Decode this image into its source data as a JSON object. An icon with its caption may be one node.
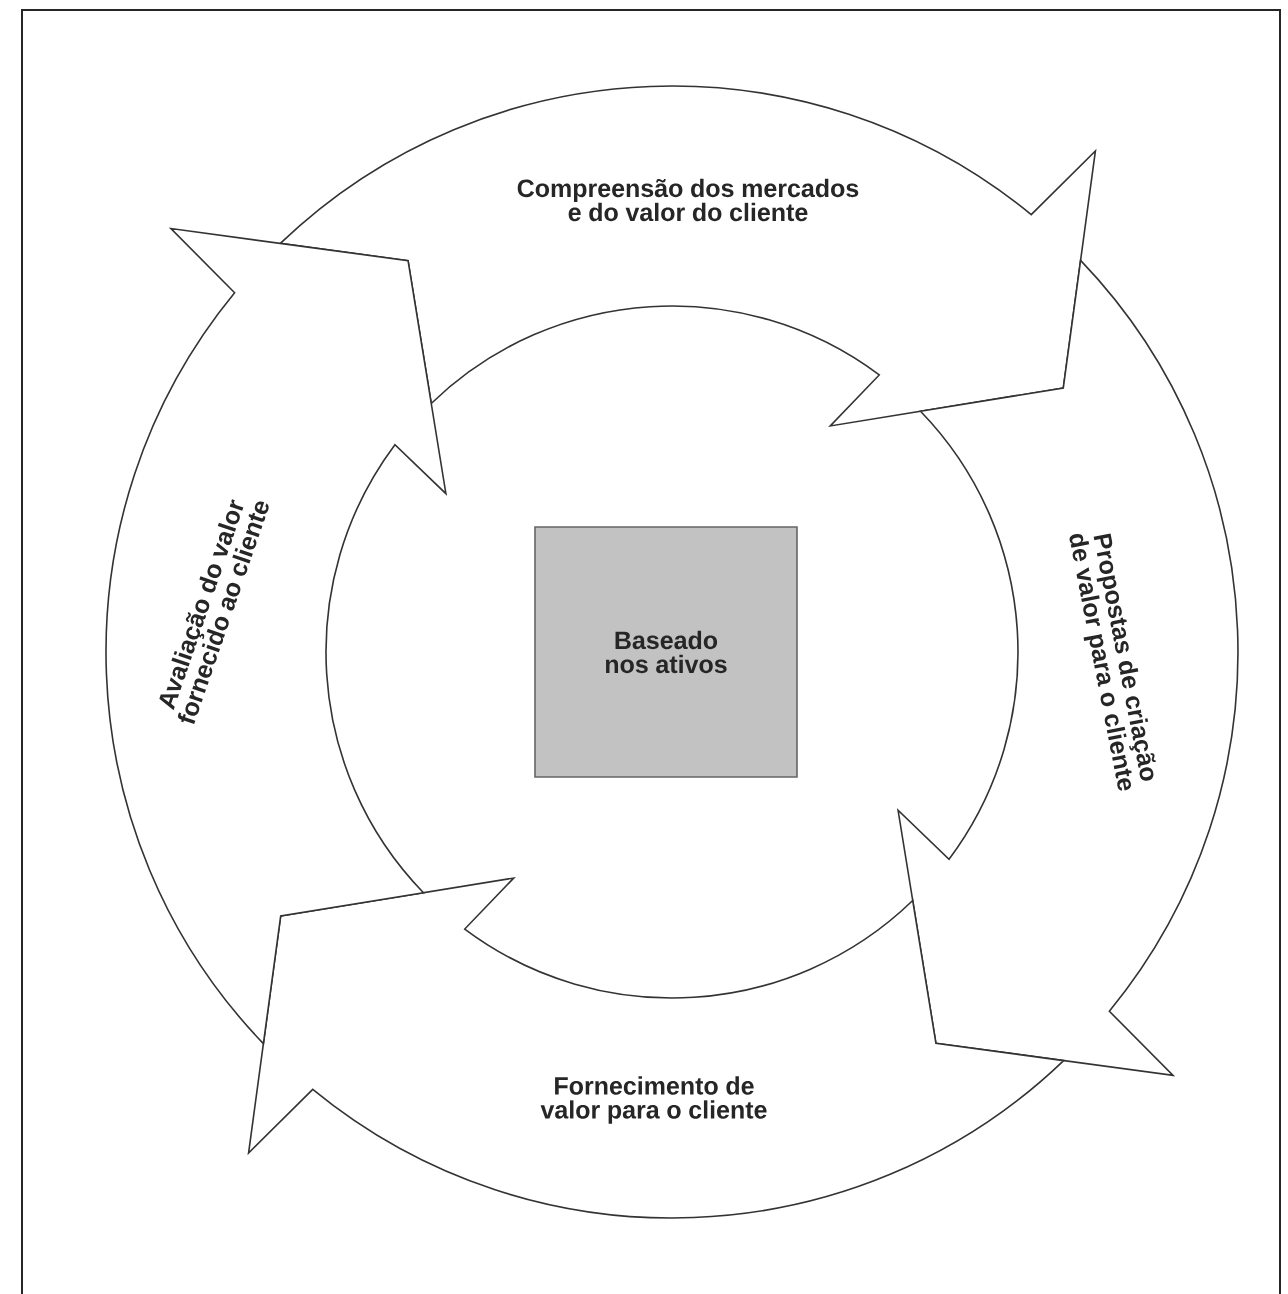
{
  "diagram": {
    "nodes": [
      {
        "text": [
          "Compreensão dos mercados e do valor do cliente"
        ]
      },
      {
        "text": [
          "Propostas de criação de valor para o cliente"
        ]
      },
      {
        "text": [
          "Fornecimento de valor para o cliente"
        ]
      },
      {
        "text": [
          "Avaliação do valor fornecido ao cliente"
        ]
      },
      {
        "text": [
          "Baseado nos ativos"
        ]
      }
    ]
  }
}
